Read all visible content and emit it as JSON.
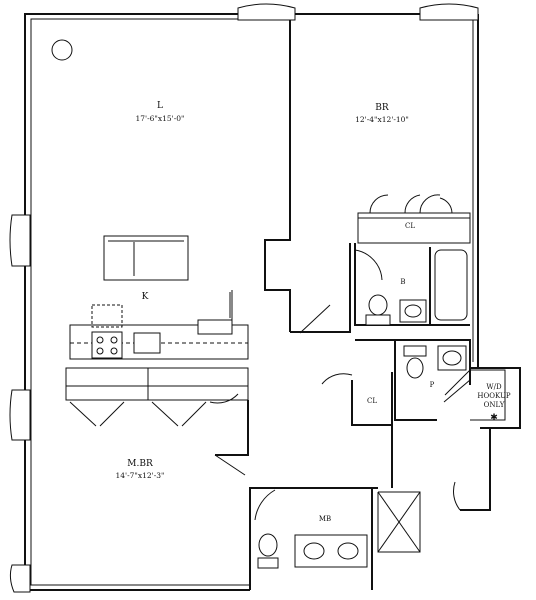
{
  "rooms": {
    "living": {
      "name": "L",
      "dim": "17'-6\"x15'-0\""
    },
    "bedroom": {
      "name": "BR",
      "dim": "12'-4\"x12'-10\""
    },
    "master": {
      "name": "M.BR",
      "dim": "14'-7\"x12'-3\""
    },
    "kitchen": {
      "name": "K"
    },
    "bath": {
      "name": "B"
    },
    "powder": {
      "name": "P"
    },
    "mbath": {
      "name": "MB"
    },
    "closet_br": {
      "name": "CL"
    },
    "closet_hall": {
      "name": "CL"
    }
  },
  "wd": {
    "line1": "W/D",
    "line2": "HOOKUP",
    "line3": "ONLY",
    "symbol": "✱"
  }
}
